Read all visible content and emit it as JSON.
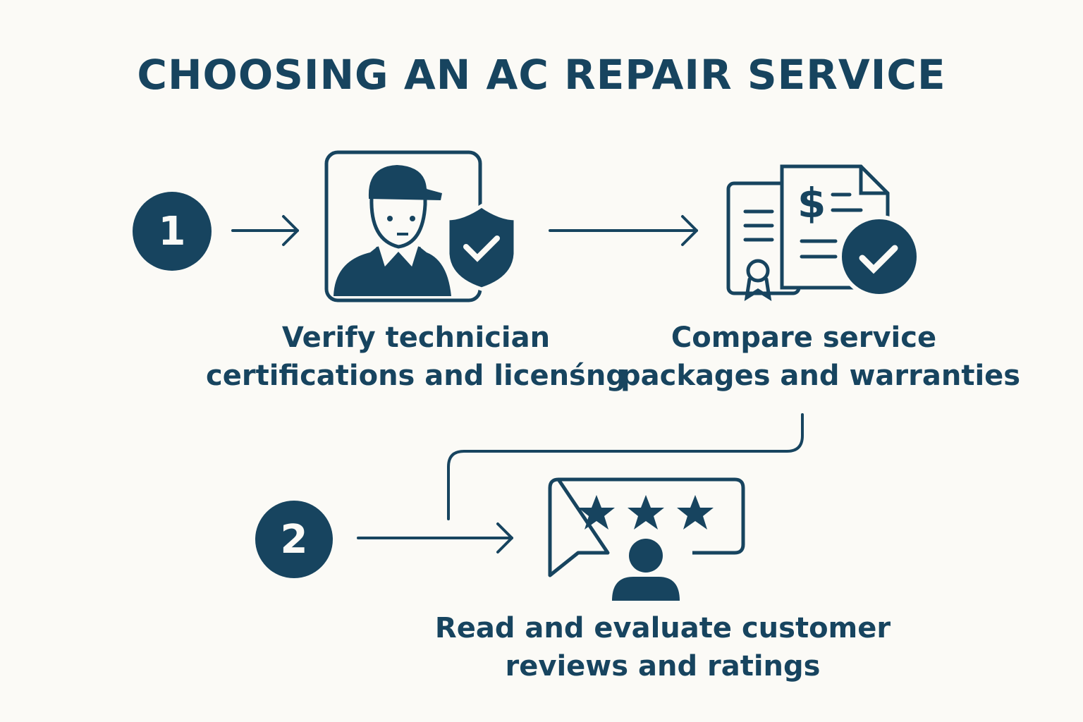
{
  "title": "CHOOSING AN AC REPAIR SERVICE",
  "steps": [
    {
      "number": "1",
      "label_line1": "Verify technician",
      "label_line2": "certifications and licenśng"
    },
    {
      "label_line1": "Compare service",
      "label_line2": "packages and warranties"
    },
    {
      "number": "2",
      "label_line1": "Read and evaluate customer",
      "label_line2": "reviews and ratings"
    }
  ],
  "colors": {
    "primary": "#17445f",
    "background": "#fbfaf6"
  },
  "icons": [
    "technician-shield-icon",
    "documents-dollar-check-icon",
    "reviews-stars-icon"
  ]
}
